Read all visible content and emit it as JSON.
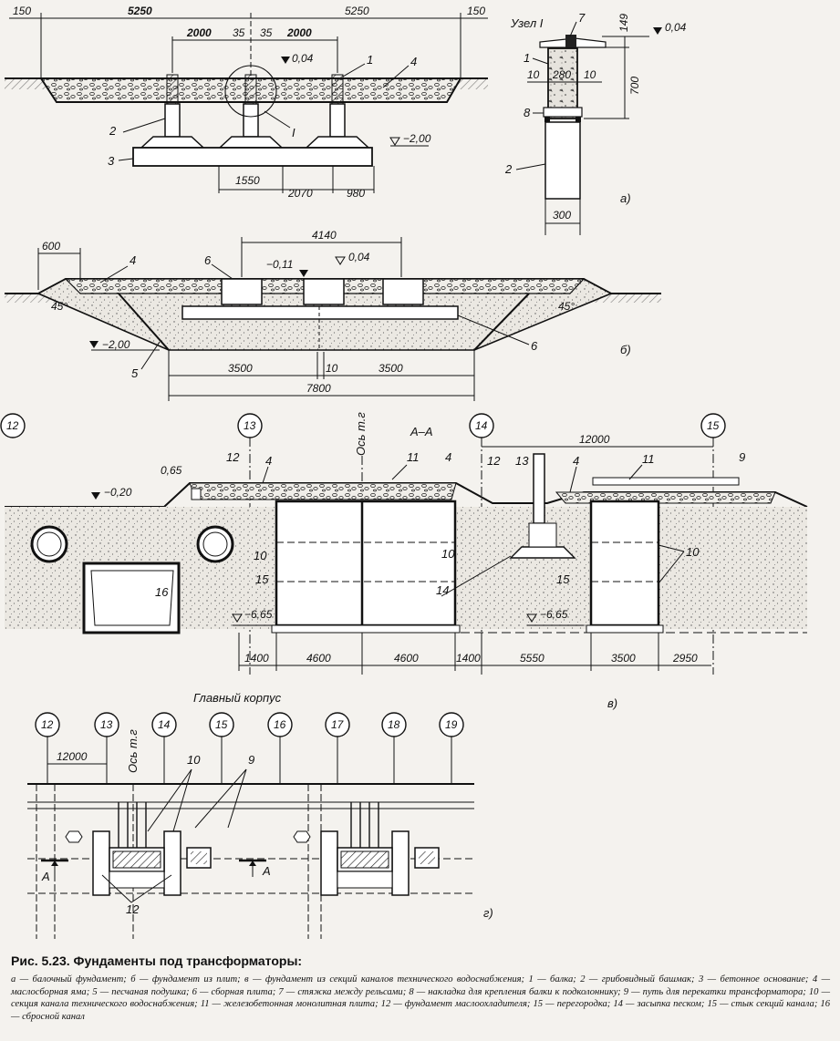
{
  "section_a": {
    "dims_top": [
      "150",
      "5250",
      "5250",
      "150"
    ],
    "dims_inner": [
      "2000",
      "35",
      "35",
      "2000"
    ],
    "level_top": "0,04",
    "level_bottom": "−2,00",
    "dims_bottom": [
      "1550",
      "2070",
      "980"
    ],
    "labels": [
      "1",
      "4",
      "2",
      "I",
      "3"
    ],
    "letter": "а)"
  },
  "node_I": {
    "title": "Узел I",
    "labels": [
      "7",
      "1",
      "8",
      "2"
    ],
    "dims": [
      "149",
      "700",
      "10",
      "280",
      "10",
      "300"
    ],
    "level": "0,04"
  },
  "section_b": {
    "dims_top": [
      "600",
      "4140"
    ],
    "levels": [
      "−0,11",
      "0,04",
      "−2,00"
    ],
    "angles": [
      "45°",
      "45°"
    ],
    "labels": [
      "4",
      "6",
      "5",
      "6"
    ],
    "dims_bottom": [
      "3500",
      "10",
      "3500",
      "7800"
    ],
    "letter": "б)"
  },
  "section_v": {
    "axes": [
      "12",
      "13",
      "14",
      "15"
    ],
    "section_mark": "А–А",
    "axis_label": "Ось т.г",
    "dim_span": "12000",
    "levels": [
      "0,65",
      "−0,20",
      "−6,65",
      "−6,65"
    ],
    "labels": [
      "12",
      "4",
      "11",
      "4",
      "12",
      "13",
      "4",
      "11",
      "9",
      "10",
      "10",
      "10",
      "15",
      "14",
      "15",
      "16"
    ],
    "dims_bottom": [
      "1400",
      "4600",
      "4600",
      "1400",
      "5550",
      "3500",
      "2950"
    ],
    "letter": "в)"
  },
  "section_g": {
    "title": "Главный корпус",
    "axes": [
      "12",
      "13",
      "14",
      "15",
      "16",
      "17",
      "18",
      "19"
    ],
    "dim_span": "12000",
    "axis_label": "Ось т.г",
    "labels": [
      "10",
      "9",
      "12"
    ],
    "section_marks": [
      "А",
      "А"
    ],
    "letter": "г)"
  },
  "caption": {
    "title": "Рис. 5.23. Фундаменты под трансформаторы:",
    "text": "а — балочный фундамент; б — фундамент из плит; в — фундамент из секций каналов технического водоснабжения; 1 — балка; 2 — грибовидный башмак; 3 — бетонное основание; 4 — маслосборная яма; 5 — песчаная подушка; 6 — сборная плита; 7 — стяжка между рельсами; 8 — накладка для крепления балки к подколоннику; 9 — путь для перекатки трансформатора; 10 — секция канала технического водоснабжения; 11 — железобетонная монолитная плита; 12 — фундамент маслоохладителя; 15 — перегородка; 14 — засыпка песком; 15 — стык секций канала; 16 — сбросной канал"
  }
}
